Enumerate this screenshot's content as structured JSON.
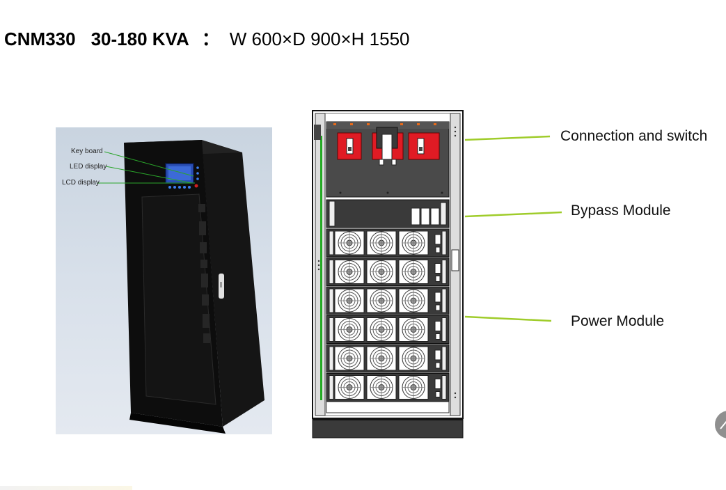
{
  "header": {
    "model": "CNM330",
    "power": "30-180 KVA",
    "colon": "：",
    "dimensions": "W 600×D 900×H 1550"
  },
  "photo": {
    "callouts": {
      "key_board": "Key board",
      "led_display": "LED display",
      "lcd_display": "LCD display"
    }
  },
  "drawing": {
    "labels": {
      "connection": "Connection and switch",
      "bypass": "Bypass Module",
      "power_module": "Power Module"
    },
    "power_module_count": 6,
    "fans_per_module": 3
  },
  "colors": {
    "callout_line_green": "#2aa52a",
    "label_line_green": "#9fcc2a",
    "switch_red": "#e01b24",
    "cabinet_black": "#111111"
  },
  "icons": {
    "scroll_top": "chevron-up-icon"
  }
}
